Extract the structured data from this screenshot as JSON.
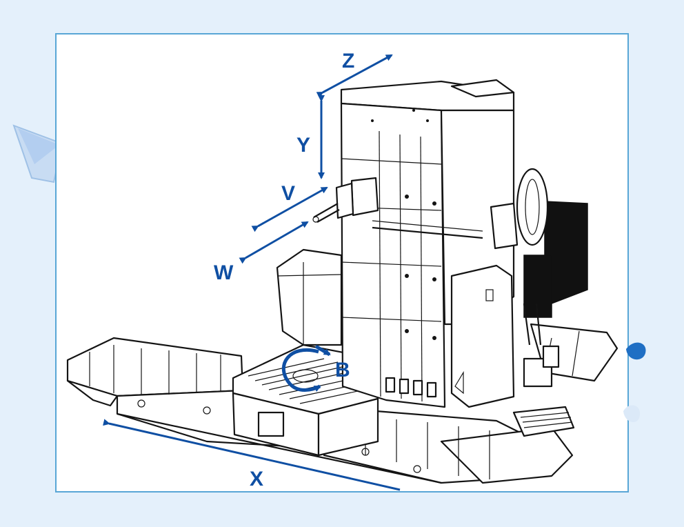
{
  "diagram": {
    "axes": {
      "x": "X",
      "y": "Y",
      "z": "Z",
      "v": "V",
      "w": "W",
      "b": "B"
    },
    "colors": {
      "background": "#e4f0fb",
      "frame_border": "#58a6d6",
      "axis_blue": "#0f4fa3",
      "line": "#141414"
    }
  }
}
